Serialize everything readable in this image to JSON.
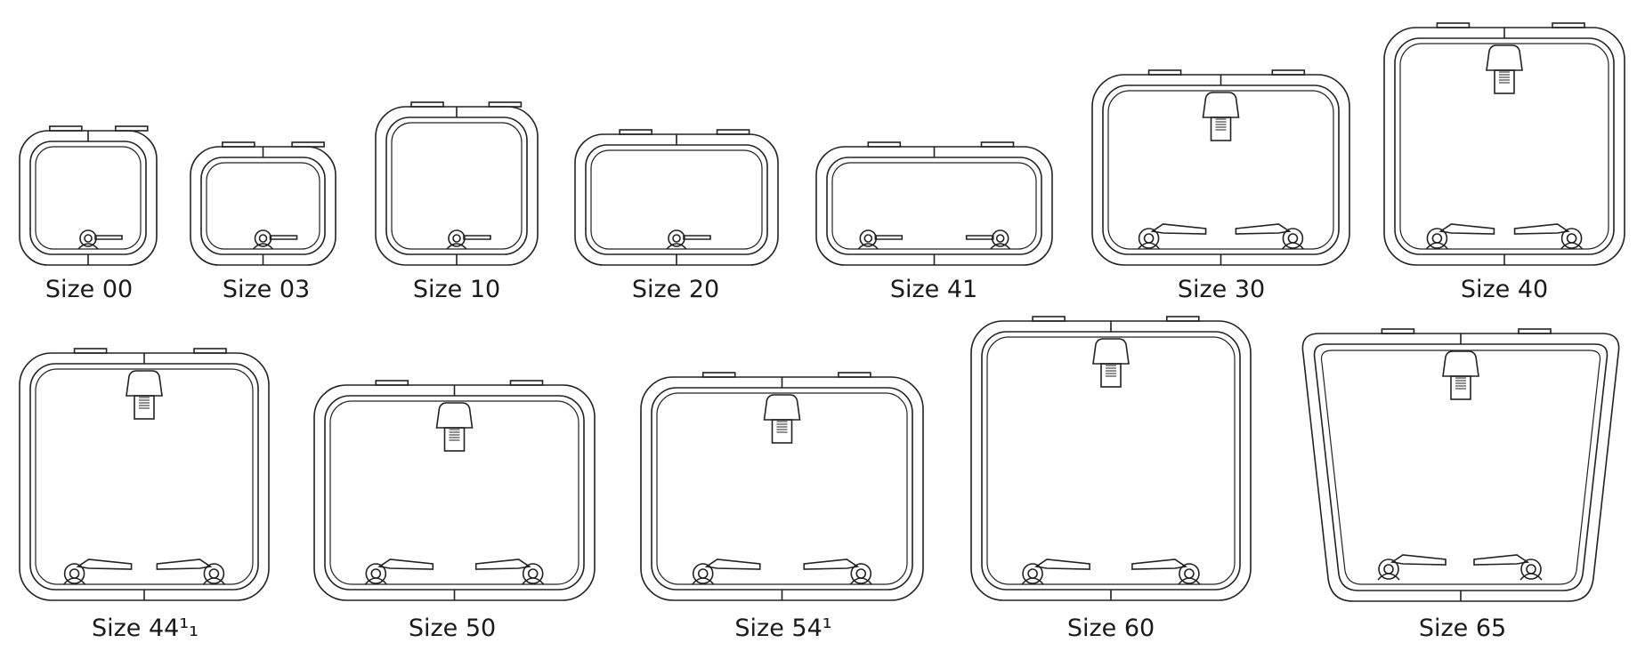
{
  "hatches": [
    {
      "label": "Size 00"
    },
    {
      "label": "Size 03"
    },
    {
      "label": "Size 10"
    },
    {
      "label": "Size 20"
    },
    {
      "label": "Size 41"
    },
    {
      "label": "Size 30"
    },
    {
      "label": "Size 40"
    },
    {
      "label": "Size 44¹₁"
    },
    {
      "label": "Size 50"
    },
    {
      "label": "Size 54¹"
    },
    {
      "label": "Size 60"
    },
    {
      "label": "Size 65"
    }
  ]
}
